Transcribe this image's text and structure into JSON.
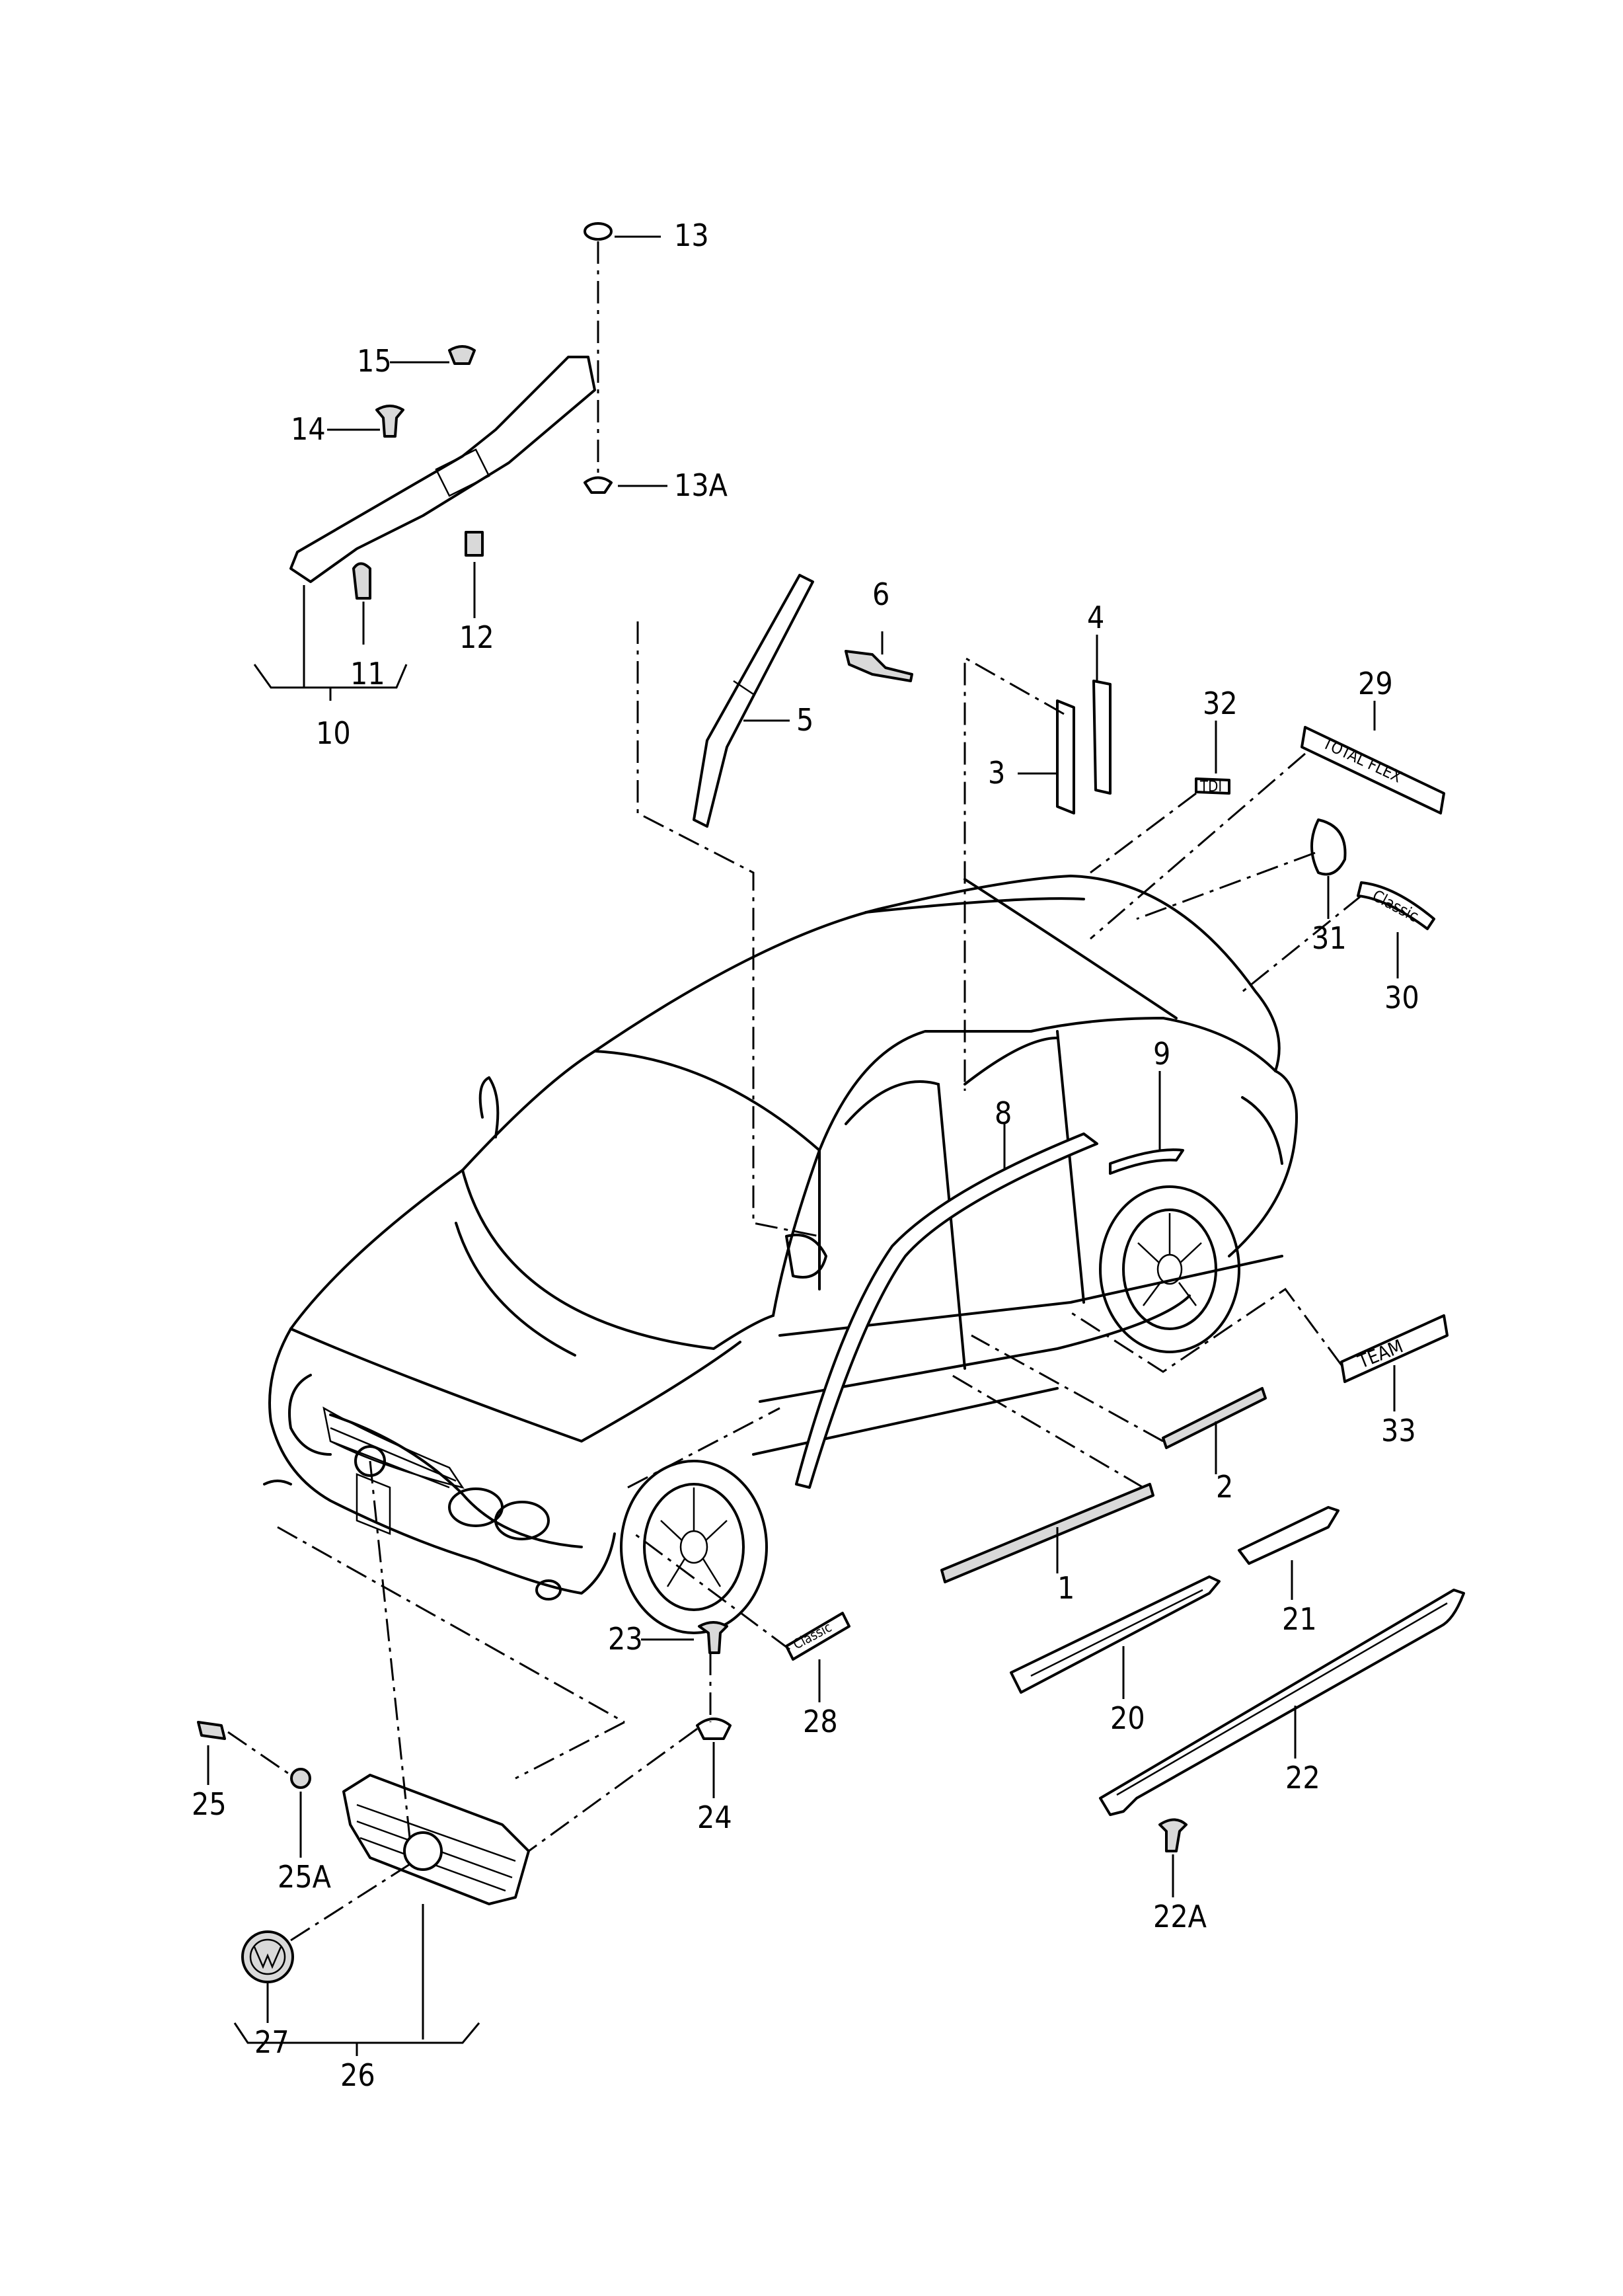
{
  "callouts": [
    {
      "id": "1",
      "label": "1"
    },
    {
      "id": "2",
      "label": "2"
    },
    {
      "id": "3",
      "label": "3"
    },
    {
      "id": "4",
      "label": "4"
    },
    {
      "id": "5",
      "label": "5"
    },
    {
      "id": "6",
      "label": "6"
    },
    {
      "id": "8",
      "label": "8"
    },
    {
      "id": "9",
      "label": "9"
    },
    {
      "id": "10",
      "label": "10"
    },
    {
      "id": "11",
      "label": "11"
    },
    {
      "id": "12",
      "label": "12"
    },
    {
      "id": "13",
      "label": "13"
    },
    {
      "id": "13A",
      "label": "13A"
    },
    {
      "id": "14",
      "label": "14"
    },
    {
      "id": "15",
      "label": "15"
    },
    {
      "id": "20",
      "label": "20"
    },
    {
      "id": "21",
      "label": "21"
    },
    {
      "id": "22",
      "label": "22"
    },
    {
      "id": "22A",
      "label": "22A"
    },
    {
      "id": "23",
      "label": "23"
    },
    {
      "id": "24",
      "label": "24"
    },
    {
      "id": "25",
      "label": "25"
    },
    {
      "id": "25A",
      "label": "25A"
    },
    {
      "id": "26",
      "label": "26"
    },
    {
      "id": "27",
      "label": "27"
    },
    {
      "id": "28",
      "label": "28"
    },
    {
      "id": "29",
      "label": "29"
    },
    {
      "id": "30",
      "label": "30"
    },
    {
      "id": "31",
      "label": "31"
    },
    {
      "id": "32",
      "label": "32"
    },
    {
      "id": "33",
      "label": "33"
    }
  ],
  "emblems": {
    "badge_32": "TDI",
    "badge_29": "TOTAL FLEX",
    "badge_30": "Classic",
    "badge_33": "TEAM",
    "badge_28": "Classic"
  },
  "colors": {
    "ink": "#000000",
    "paper": "#ffffff",
    "part_shade": "#d9d9d9"
  }
}
